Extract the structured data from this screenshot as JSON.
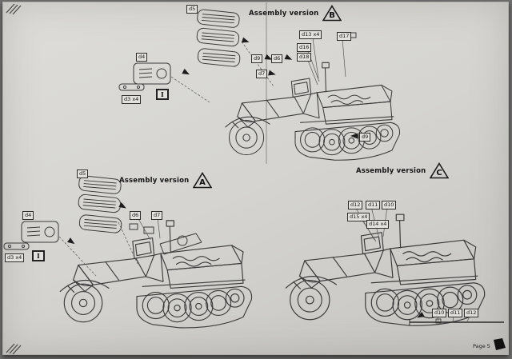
{
  "headers": {
    "a": {
      "title": "Assembly version",
      "letter": "A"
    },
    "b": {
      "title": "Assembly version",
      "letter": "B"
    },
    "c": {
      "title": "Assembly version",
      "letter": "C"
    }
  },
  "parts": {
    "b_d5": "d5",
    "b_d4": "d4",
    "b_d3": "d3 x4",
    "b_sprue": "I",
    "b_d13": "d13 x4",
    "b_d17": "d17",
    "b_d16": "d16",
    "b_d18": "d18",
    "b_d9a": "d9",
    "b_d6": "d6",
    "b_d7": "d7",
    "b_d9b": "d9",
    "a_d5": "d5",
    "a_d4": "d4",
    "a_d3": "d3 x4",
    "a_sprue": "I",
    "a_d6": "d6",
    "a_d7": "d7",
    "c_d12": "d12",
    "c_d11": "d11",
    "c_d10": "d10",
    "c_d15": "d15 x4",
    "c_d14": "d14 x4",
    "c_rod_d10": "d10",
    "c_rod_d11": "d11",
    "c_rod_d12": "d12"
  },
  "footer": {
    "page_label": "Page 5"
  },
  "icons": {
    "brand_logo": "black-maker-mark",
    "corner_mark": "diagonal-hatch-lines",
    "arrow": "solid-black-arrow",
    "version_triangle": "outline-triangle-with-letter"
  }
}
